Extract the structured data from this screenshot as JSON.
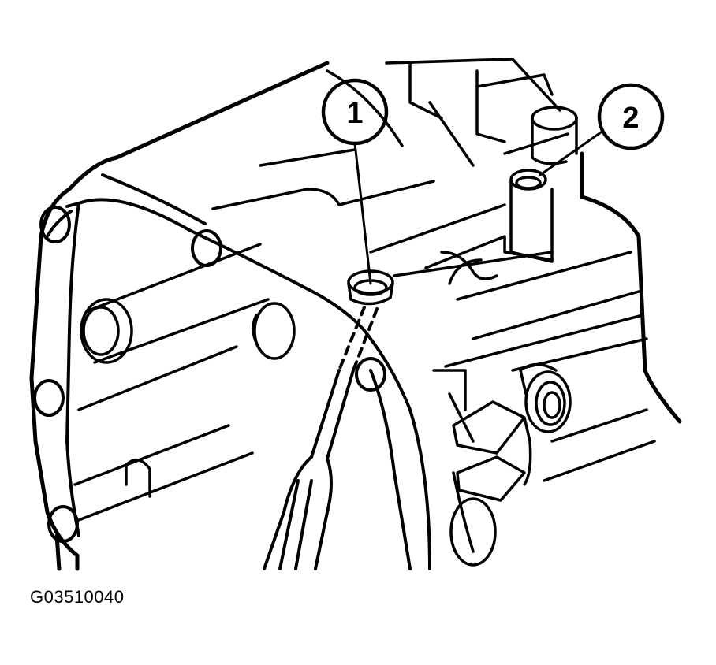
{
  "figure": {
    "id_label": "G03510040",
    "line_color": "#000000",
    "background_color": "#ffffff"
  },
  "callouts": [
    {
      "label": "1"
    },
    {
      "label": "2"
    }
  ]
}
